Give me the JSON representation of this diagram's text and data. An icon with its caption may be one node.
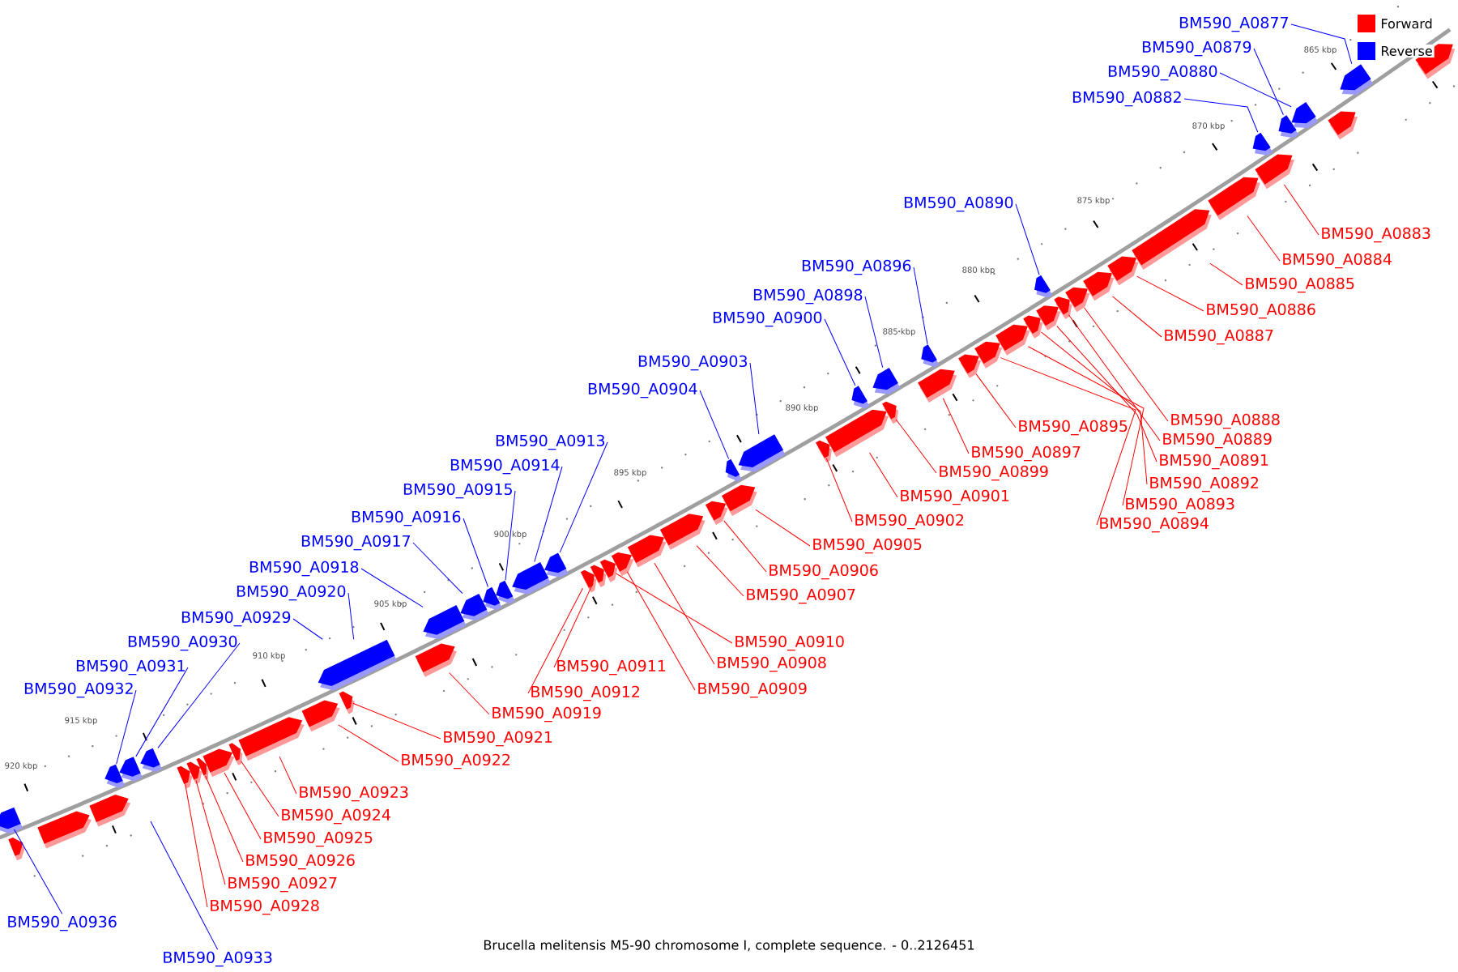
{
  "diagram": {
    "caption": "Brucella melitensis M5-90 chromosome I, complete sequence. - 0..2126451",
    "nodes": [
      {
        "text": [
          "BM590_A0877"
        ]
      },
      {
        "text": [
          "BM590_A0879"
        ]
      },
      {
        "text": [
          "BM590_A0880"
        ]
      },
      {
        "text": [
          "BM590_A0882"
        ]
      },
      {
        "text": [
          "BM590_A0890"
        ]
      },
      {
        "text": [
          "BM590_A0896"
        ]
      },
      {
        "text": [
          "BM590_A0898"
        ]
      },
      {
        "text": [
          "BM590_A0900"
        ]
      },
      {
        "text": [
          "BM590_A0903"
        ]
      },
      {
        "text": [
          "BM590_A0904"
        ]
      },
      {
        "text": [
          "BM590_A0913"
        ]
      },
      {
        "text": [
          "BM590_A0914"
        ]
      },
      {
        "text": [
          "BM590_A0915"
        ]
      },
      {
        "text": [
          "BM590_A0916"
        ]
      },
      {
        "text": [
          "BM590_A0917"
        ]
      },
      {
        "text": [
          "BM590_A0918"
        ]
      },
      {
        "text": [
          "BM590_A0920"
        ]
      },
      {
        "text": [
          "BM590_A0929"
        ]
      },
      {
        "text": [
          "BM590_A0930"
        ]
      },
      {
        "text": [
          "BM590_A0931"
        ]
      },
      {
        "text": [
          "BM590_A0932"
        ]
      },
      {
        "text": [
          "BM590_A0936"
        ]
      },
      {
        "text": [
          "BM590_A0933"
        ]
      },
      {
        "text": [
          "BM590_A0883"
        ]
      },
      {
        "text": [
          "BM590_A0884"
        ]
      },
      {
        "text": [
          "BM590_A0885"
        ]
      },
      {
        "text": [
          "BM590_A0886"
        ]
      },
      {
        "text": [
          "BM590_A0887"
        ]
      },
      {
        "text": [
          "BM590_A0888"
        ]
      },
      {
        "text": [
          "BM590_A0889"
        ]
      },
      {
        "text": [
          "BM590_A0891"
        ]
      },
      {
        "text": [
          "BM590_A0892"
        ]
      },
      {
        "text": [
          "BM590_A0893"
        ]
      },
      {
        "text": [
          "BM590_A0894"
        ]
      },
      {
        "text": [
          "BM590_A0895"
        ]
      },
      {
        "text": [
          "BM590_A0897"
        ]
      },
      {
        "text": [
          "BM590_A0899"
        ]
      },
      {
        "text": [
          "BM590_A0901"
        ]
      },
      {
        "text": [
          "BM590_A0902"
        ]
      },
      {
        "text": [
          "BM590_A0905"
        ]
      },
      {
        "text": [
          "BM590_A0906"
        ]
      },
      {
        "text": [
          "BM590_A0907"
        ]
      },
      {
        "text": [
          "BM590_A0908"
        ]
      },
      {
        "text": [
          "BM590_A0909"
        ]
      },
      {
        "text": [
          "BM590_A0910"
        ]
      },
      {
        "text": [
          "BM590_A0911"
        ]
      },
      {
        "text": [
          "BM590_A0912"
        ]
      },
      {
        "text": [
          "BM590_A0919"
        ]
      },
      {
        "text": [
          "BM590_A0921"
        ]
      },
      {
        "text": [
          "BM590_A0922"
        ]
      },
      {
        "text": [
          "BM590_A0923"
        ]
      },
      {
        "text": [
          "BM590_A0924"
        ]
      },
      {
        "text": [
          "BM590_A0928"
        ]
      },
      {
        "text": [
          "BM590_A0925"
        ]
      },
      {
        "text": [
          "BM590_A0926"
        ]
      },
      {
        "text": [
          "BM590_A0927"
        ]
      },
      {
        "text": [],
        "shape": "box"
      },
      {
        "text": [],
        "shape": "box"
      },
      {
        "text": [],
        "shape": "box"
      },
      {
        "text": [],
        "shape": "box"
      },
      {
        "text": [],
        "shape": "box"
      },
      {
        "text": [],
        "shape": "box"
      },
      {
        "text": [],
        "shape": "box"
      },
      {
        "text": [],
        "shape": "box"
      },
      {
        "text": [],
        "shape": "box"
      },
      {
        "text": [],
        "shape": "box"
      },
      {
        "text": [],
        "shape": "box"
      },
      {
        "text": [],
        "shape": "box"
      },
      {
        "text": [],
        "shape": "box"
      },
      {
        "text": [],
        "shape": "box"
      },
      {
        "text": [],
        "shape": "box"
      },
      {
        "text": [],
        "shape": "box"
      },
      {
        "text": [],
        "shape": "box"
      },
      {
        "text": [],
        "shape": "box"
      },
      {
        "text": [],
        "shape": "box"
      },
      {
        "text": [],
        "shape": "box"
      },
      {
        "text": [],
        "shape": "box"
      },
      {
        "text": [],
        "shape": "box"
      },
      {
        "text": [],
        "shape": "box"
      },
      {
        "text": [],
        "shape": "box"
      },
      {
        "text": [],
        "shape": "box"
      },
      {
        "text": [],
        "shape": "box"
      },
      {
        "text": [],
        "shape": "box"
      },
      {
        "text": [],
        "shape": "box"
      },
      {
        "text": [],
        "shape": "box"
      },
      {
        "text": [],
        "shape": "box"
      },
      {
        "text": [],
        "shape": "box"
      },
      {
        "text": [],
        "shape": "box"
      },
      {
        "text": [],
        "shape": "box"
      },
      {
        "text": [],
        "shape": "box"
      },
      {
        "text": [],
        "shape": "box"
      },
      {
        "text": [],
        "shape": "box"
      },
      {
        "text": [],
        "shape": "box"
      },
      {
        "text": [],
        "shape": "box"
      },
      {
        "text": [],
        "shape": "box"
      },
      {
        "text": [],
        "shape": "box"
      },
      {
        "text": [],
        "shape": "box"
      },
      {
        "text": [],
        "shape": "box"
      },
      {
        "text": [],
        "shape": "box"
      },
      {
        "text": [],
        "shape": "box"
      },
      {
        "text": [],
        "shape": "box"
      },
      {
        "text": [],
        "shape": "box"
      },
      {
        "text": [],
        "shape": "box"
      },
      {
        "text": [],
        "shape": "box"
      },
      {
        "text": [],
        "shape": "box"
      },
      {
        "text": [],
        "shape": "box"
      },
      {
        "text": [],
        "shape": "box"
      },
      {
        "text": [],
        "shape": "box"
      },
      {
        "text": [],
        "shape": "box"
      },
      {
        "text": [],
        "shape": "box"
      },
      {
        "text": [],
        "shape": "box"
      },
      {
        "text": [],
        "shape": "box"
      },
      {
        "text": [],
        "shape": "box"
      },
      {
        "text": [],
        "shape": "box"
      },
      {
        "text": [],
        "shape": "box"
      }
    ],
    "edges": [
      {
        "from": 0,
        "to": 113,
        "arrow": "none",
        "color": "#0000ff"
      },
      {
        "from": 1,
        "to": 110,
        "arrow": "none",
        "color": "#0000ff"
      },
      {
        "from": 2,
        "to": 111,
        "arrow": "none",
        "color": "#0000ff"
      },
      {
        "from": 3,
        "to": 109,
        "arrow": "none",
        "color": "#0000ff"
      },
      {
        "from": 4,
        "to": 101,
        "arrow": "none",
        "color": "#0000ff"
      },
      {
        "from": 5,
        "to": 95,
        "arrow": "none",
        "color": "#0000ff"
      },
      {
        "from": 6,
        "to": 93,
        "arrow": "none",
        "color": "#0000ff"
      },
      {
        "from": 7,
        "to": 91,
        "arrow": "none",
        "color": "#0000ff"
      },
      {
        "from": 8,
        "to": 88,
        "arrow": "none",
        "color": "#0000ff"
      },
      {
        "from": 9,
        "to": 87,
        "arrow": "none",
        "color": "#0000ff"
      },
      {
        "from": 10,
        "to": 78,
        "arrow": "none",
        "color": "#0000ff"
      },
      {
        "from": 11,
        "to": 77,
        "arrow": "none",
        "color": "#0000ff"
      },
      {
        "from": 12,
        "to": 76,
        "arrow": "none",
        "color": "#0000ff"
      },
      {
        "from": 13,
        "to": 75,
        "arrow": "none",
        "color": "#0000ff"
      },
      {
        "from": 14,
        "to": 74,
        "arrow": "none",
        "color": "#0000ff"
      },
      {
        "from": 15,
        "to": 73,
        "arrow": "none",
        "color": "#0000ff"
      },
      {
        "from": 16,
        "to": 70,
        "arrow": "none",
        "color": "#0000ff"
      },
      {
        "from": 17,
        "to": 70,
        "arrow": "none",
        "color": "#0000ff"
      },
      {
        "from": 18,
        "to": 62,
        "arrow": "none",
        "color": "#0000ff"
      },
      {
        "from": 19,
        "to": 61,
        "arrow": "none",
        "color": "#0000ff"
      },
      {
        "from": 20,
        "to": 60,
        "arrow": "none",
        "color": "#0000ff"
      },
      {
        "from": 21,
        "to": 56,
        "arrow": "none",
        "color": "#0000ff"
      },
      {
        "from": 22,
        "to": null,
        "arrow": "none",
        "color": "#0000ff"
      },
      {
        "from": 23,
        "to": 108,
        "arrow": "none"
      },
      {
        "from": 24,
        "to": 107,
        "arrow": "none"
      },
      {
        "from": 25,
        "to": 106,
        "arrow": "none"
      },
      {
        "from": 26,
        "to": 105,
        "arrow": "none"
      },
      {
        "from": 27,
        "to": 104,
        "arrow": "none"
      },
      {
        "from": 28,
        "to": 103,
        "arrow": "none"
      },
      {
        "from": 29,
        "to": 102,
        "arrow": "none"
      },
      {
        "from": 30,
        "to": 100,
        "arrow": "none"
      },
      {
        "from": 31,
        "to": 99,
        "arrow": "none"
      },
      {
        "from": 32,
        "to": 98,
        "arrow": "none"
      },
      {
        "from": 33,
        "to": 97,
        "arrow": "none"
      },
      {
        "from": 34,
        "to": 96,
        "arrow": "none"
      },
      {
        "from": 35,
        "to": 94,
        "arrow": "none"
      },
      {
        "from": 36,
        "to": 92,
        "arrow": "none"
      },
      {
        "from": 37,
        "to": 90,
        "arrow": "none"
      },
      {
        "from": 38,
        "to": 89,
        "arrow": "none"
      },
      {
        "from": 39,
        "to": 86,
        "arrow": "none"
      },
      {
        "from": 40,
        "to": 85,
        "arrow": "none"
      },
      {
        "from": 41,
        "to": 84,
        "arrow": "none"
      },
      {
        "from": 42,
        "to": 83,
        "arrow": "none"
      },
      {
        "from": 43,
        "to": 82,
        "arrow": "none"
      },
      {
        "from": 44,
        "to": 81,
        "arrow": "none"
      },
      {
        "from": 45,
        "to": 80,
        "arrow": "none"
      },
      {
        "from": 46,
        "to": 79,
        "arrow": "none"
      },
      {
        "from": 47,
        "to": 72,
        "arrow": "none"
      },
      {
        "from": 48,
        "to": 71,
        "arrow": "none"
      },
      {
        "from": 49,
        "to": 69,
        "arrow": "none"
      },
      {
        "from": 50,
        "to": 68,
        "arrow": "none"
      },
      {
        "from": 51,
        "to": 67,
        "arrow": "none"
      },
      {
        "from": 52,
        "to": 63,
        "arrow": "none"
      },
      {
        "from": 53,
        "to": 66,
        "arrow": "none"
      },
      {
        "from": 54,
        "to": 65,
        "arrow": "none"
      },
      {
        "from": 55,
        "to": 64,
        "arrow": "none"
      }
    ],
    "labels": [
      "865 kbp",
      "870 kbp",
      "875 kbp",
      "880 kbp",
      "885 kbp",
      "890 kbp",
      "895 kbp",
      "900 kbp",
      "905 kbp",
      "910 kbp",
      "915 kbp",
      "920 kbp"
    ],
    "legend": [
      {
        "text": "Forward",
        "color": "#ff0000"
      },
      {
        "text": "Reverse",
        "color": "#0000ff"
      }
    ]
  }
}
